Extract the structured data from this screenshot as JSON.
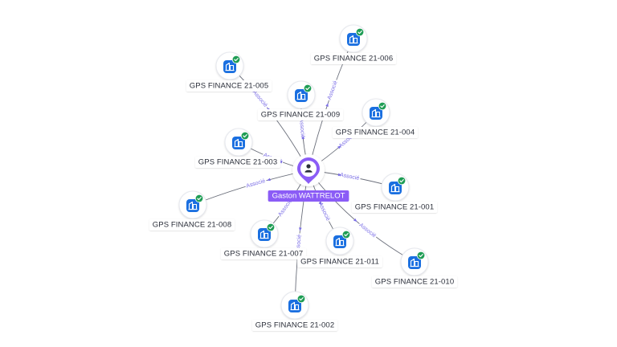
{
  "center": {
    "name": "Gaston WATTRELOT",
    "icon": "person-icon",
    "color": "#8b5cf6"
  },
  "relation_label": "Associé",
  "companies": [
    {
      "id": "n006",
      "label": "GPS FINANCE 21-006",
      "icon": "company-icon",
      "status": "verified"
    },
    {
      "id": "n005",
      "label": "GPS FINANCE 21-005",
      "icon": "company-icon",
      "status": "verified"
    },
    {
      "id": "n009",
      "label": "GPS FINANCE 21-009",
      "icon": "company-icon",
      "status": "verified"
    },
    {
      "id": "n004",
      "label": "GPS FINANCE 21-004",
      "icon": "company-icon",
      "status": "verified"
    },
    {
      "id": "n003",
      "label": "GPS FINANCE 21-003",
      "icon": "company-icon",
      "status": "verified"
    },
    {
      "id": "n001",
      "label": "GPS FINANCE 21-001",
      "icon": "company-icon",
      "status": "verified"
    },
    {
      "id": "n008",
      "label": "GPS FINANCE 21-008",
      "icon": "company-icon",
      "status": "verified"
    },
    {
      "id": "n007",
      "label": "GPS FINANCE 21-007",
      "icon": "company-icon",
      "status": "verified"
    },
    {
      "id": "n011",
      "label": "GPS FINANCE 21-011",
      "icon": "company-icon",
      "status": "verified"
    },
    {
      "id": "n010",
      "label": "GPS FINANCE 21-010",
      "icon": "company-icon",
      "status": "verified"
    },
    {
      "id": "n002",
      "label": "GPS FINANCE 21-002",
      "icon": "company-icon",
      "status": "verified"
    }
  ],
  "colors": {
    "company_icon": "#1a6fe0",
    "check_badge": "#1f9d55",
    "edge": "#6b6f7b",
    "edge_label": "#7b6ee6",
    "label_text": "#2b2f3a"
  }
}
